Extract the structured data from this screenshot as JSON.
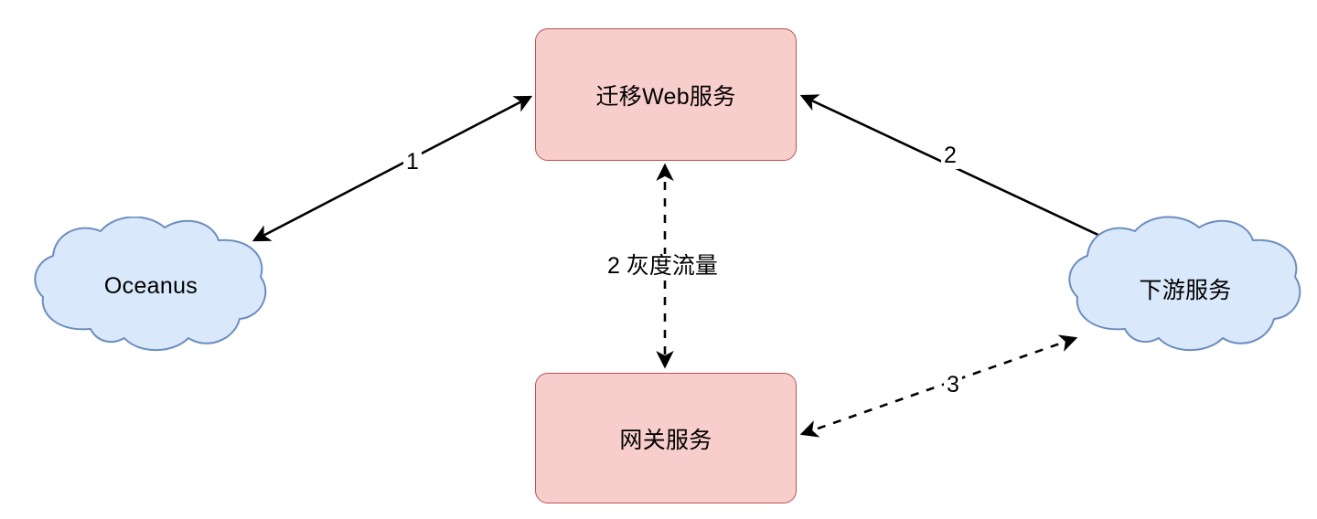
{
  "diagram": {
    "title": "",
    "background_color": "#ffffff",
    "box_fill": "#f8cecc",
    "box_stroke": "#b85450",
    "cloud_fill": "#dae8fc",
    "cloud_stroke": "#6c8ebf",
    "edge_color": "#000000",
    "nodes": [
      {
        "id": "web",
        "label": "迁移Web服务",
        "shape": "rounded-rect"
      },
      {
        "id": "gateway",
        "label": "网关服务",
        "shape": "rounded-rect"
      },
      {
        "id": "oceanus",
        "label": "Oceanus",
        "shape": "cloud"
      },
      {
        "id": "downstream",
        "label": "下游服务",
        "shape": "cloud"
      }
    ],
    "edges": [
      {
        "id": "e1",
        "label": "1",
        "from": "oceanus",
        "to": "web",
        "style": "solid",
        "arrows": "both"
      },
      {
        "id": "e2",
        "label": "2",
        "from": "web",
        "to": "downstream",
        "style": "solid",
        "arrows": "both"
      },
      {
        "id": "e3",
        "label": "2 灰度流量",
        "from": "web",
        "to": "gateway",
        "style": "dashed",
        "arrows": "both"
      },
      {
        "id": "e4",
        "label": "3",
        "from": "gateway",
        "to": "downstream",
        "style": "dashed",
        "arrows": "both"
      }
    ]
  }
}
